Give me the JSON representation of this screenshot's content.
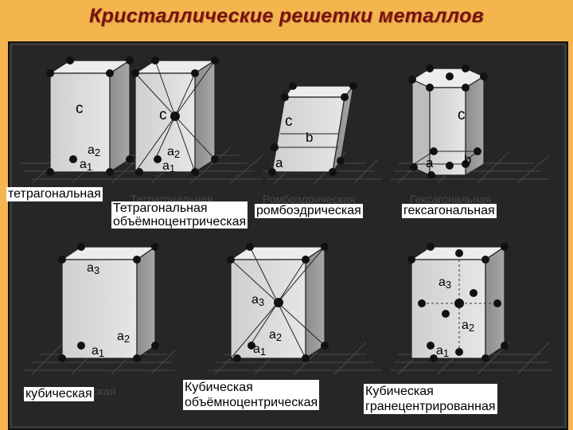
{
  "title": "Кристаллические решетки металлов",
  "colors": {
    "background": "#f4b54f",
    "panel": "#262626",
    "title": "#7a0f0f",
    "crystal_face": "#d6d6d6",
    "crystal_side": "#9a9a9a",
    "atom": "#111111"
  },
  "lattices": [
    {
      "name": "тетрагональная",
      "axes": [
        "c",
        "a2",
        "a1"
      ]
    },
    {
      "name": "Тетрагональная объёмноцентрическая",
      "line1": "Тетрагональная",
      "line2": "объёмноцентрическая",
      "axes": [
        "c",
        "a2",
        "a1"
      ]
    },
    {
      "name": "ромбоэдрическая",
      "axes": [
        "c",
        "b",
        "a"
      ]
    },
    {
      "name": "гексагональная",
      "axes": [
        "c",
        "a",
        "b"
      ]
    },
    {
      "name": "кубическая",
      "axes": [
        "a3",
        "a2",
        "a1"
      ]
    },
    {
      "name": "Кубическая объёмноцентрическая",
      "line1": "Кубическая",
      "line2": "объёмноцентрическая",
      "axes": [
        "a3",
        "a2",
        "a1"
      ]
    },
    {
      "name": "Кубическая гранецентрированная",
      "line1": "Кубическая",
      "line2": "гранецентрированная",
      "axes": [
        "a3",
        "a2",
        "a1"
      ]
    }
  ]
}
